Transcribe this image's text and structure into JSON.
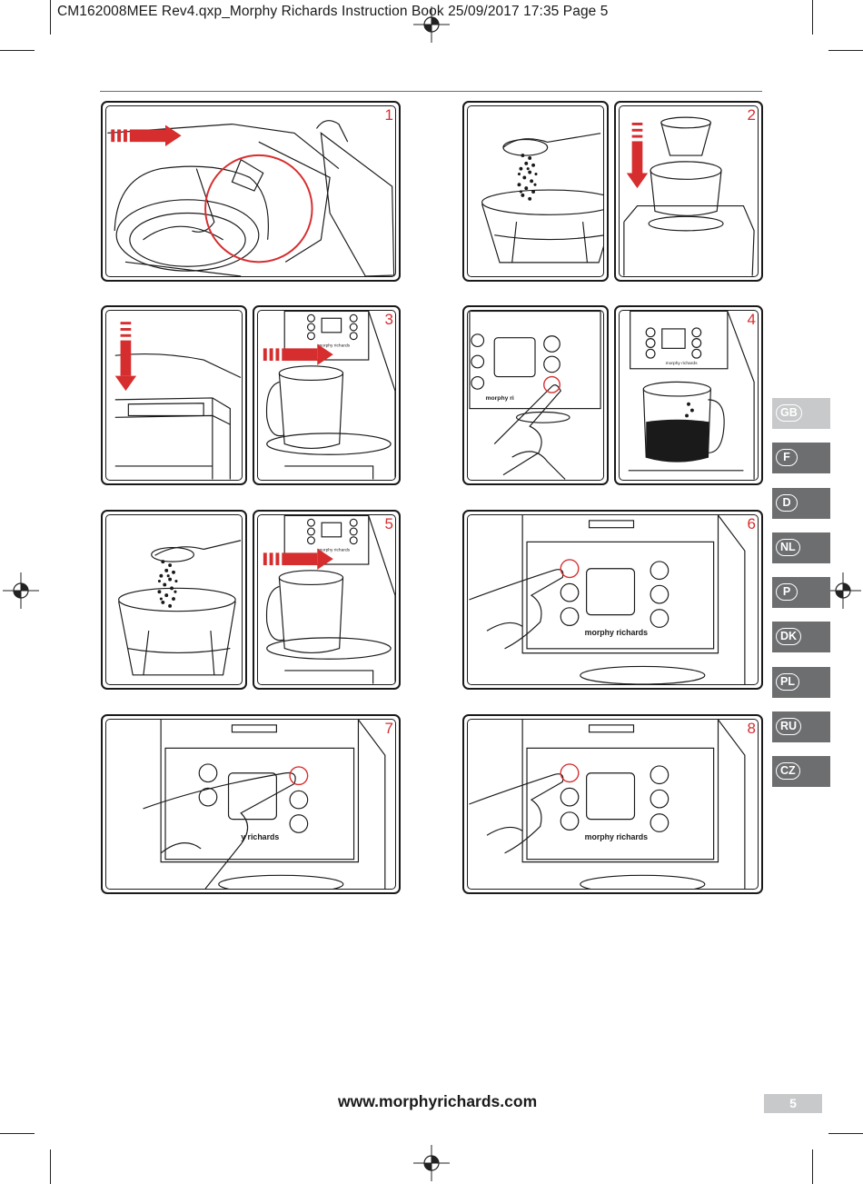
{
  "header": {
    "slug": "CM162008MEE Rev4.qxp_Morphy Richards Instruction Book  25/09/2017  17:35  Page 5"
  },
  "steps": [
    "1",
    "2",
    "3",
    "4",
    "5",
    "6",
    "7",
    "8"
  ],
  "brand": {
    "panel_logo": "morphy richards",
    "accent": "#d62e2f"
  },
  "languages": [
    {
      "code": "GB",
      "active": true
    },
    {
      "code": "F",
      "active": false
    },
    {
      "code": "D",
      "active": false
    },
    {
      "code": "NL",
      "active": false
    },
    {
      "code": "P",
      "active": false
    },
    {
      "code": "DK",
      "active": false
    },
    {
      "code": "PL",
      "active": false
    },
    {
      "code": "RU",
      "active": false
    },
    {
      "code": "CZ",
      "active": false
    }
  ],
  "footer": {
    "url": "www.morphyrichards.com",
    "page_number": "5"
  },
  "colors": {
    "tab_grey": "#6d6e70",
    "tab_active": "#c8c9ca",
    "line": "#1a1a1a"
  }
}
